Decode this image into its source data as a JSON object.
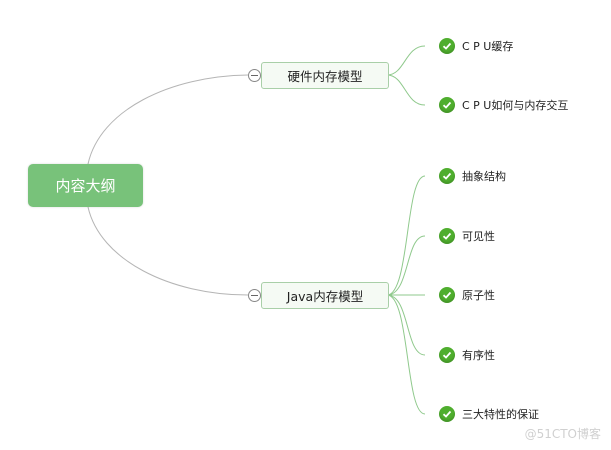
{
  "root": {
    "label": "内容大纲",
    "color": "#78c27a"
  },
  "branches": [
    {
      "label": "硬件内存模型",
      "children": [
        {
          "label": "C P U缓存",
          "status": "check-icon"
        },
        {
          "label": "C P U如何与内存交互",
          "status": "check-icon"
        }
      ]
    },
    {
      "label": "Java内存模型",
      "children": [
        {
          "label": "抽象结构",
          "status": "check-icon"
        },
        {
          "label": "可见性",
          "status": "check-icon"
        },
        {
          "label": "原子性",
          "status": "check-icon"
        },
        {
          "label": "有序性",
          "status": "check-icon"
        },
        {
          "label": "三大特性的保证",
          "status": "check-icon"
        }
      ]
    }
  ],
  "colors": {
    "link": "#8fc98c",
    "check": "#4fae2e",
    "branch_border": "#a9cfa8"
  },
  "watermark": "@51CTO博客"
}
